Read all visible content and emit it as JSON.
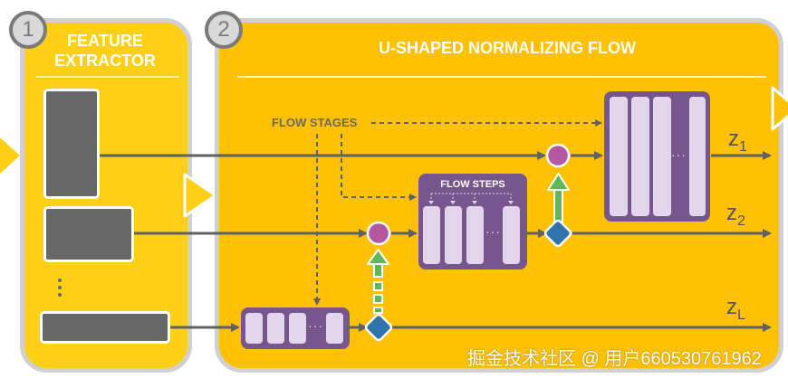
{
  "panels": [
    {
      "number": "1",
      "title_line1": "FEATURE",
      "title_line2": "EXTRACTOR"
    },
    {
      "number": "2",
      "title": "U-SHAPED NORMALIZING FLOW"
    }
  ],
  "labels": {
    "flow_stages": "FLOW STAGES",
    "flow_steps": "FLOW STEPS",
    "ellipsis": "···"
  },
  "outputs": [
    {
      "symbol": "z",
      "subscript": "1"
    },
    {
      "symbol": "z",
      "subscript": "2"
    },
    {
      "symbol": "z",
      "subscript": "L"
    }
  ],
  "colors": {
    "panel1_fill": "#fdd017",
    "panel2_fill": "#fec106",
    "feature_block": "#666766",
    "flow_block": "#76568c",
    "flow_column": "#e3d6ea",
    "merge_node": "#b457a0",
    "split_node": "#2f74aa",
    "upsample_arrow": "#5cb85c",
    "line": "#5f6163"
  },
  "watermark": "掘金技术社区 @ 用户660530761962"
}
